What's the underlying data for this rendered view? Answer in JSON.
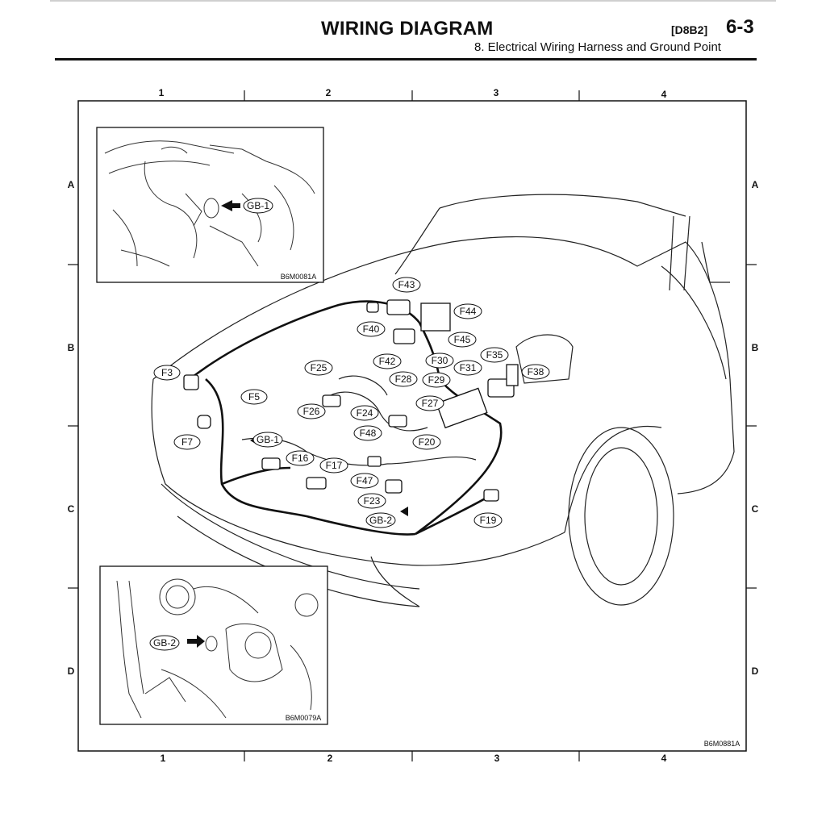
{
  "header": {
    "title": "WIRING DIAGRAM",
    "section_code": "[D8B2]",
    "page_number": "6-3",
    "subtitle": "8. Electrical Wiring Harness and Ground Point"
  },
  "grid": {
    "columns": [
      "1",
      "2",
      "3",
      "4"
    ],
    "rows": [
      "A",
      "B",
      "C",
      "D"
    ]
  },
  "insets": {
    "top": {
      "code": "B6M0081A",
      "callout": "GB-1"
    },
    "bottom": {
      "code": "B6M0079A",
      "callout": "GB-2"
    }
  },
  "figure_code": "B6M0881A",
  "connectors": {
    "F43": "F43",
    "F44": "F44",
    "F40": "F40",
    "F45": "F45",
    "F42": "F42",
    "F30": "F30",
    "F35": "F35",
    "F25": "F25",
    "F28": "F28",
    "F29": "F29",
    "F31": "F31",
    "F38": "F38",
    "F3": "F3",
    "F5": "F5",
    "F27": "F27",
    "F26": "F26",
    "F24": "F24",
    "F48": "F48",
    "F7": "F7",
    "GB1": "GB-1",
    "F20": "F20",
    "F16": "F16",
    "F17": "F17",
    "F47": "F47",
    "F23": "F23",
    "GB2": "GB-2",
    "F19": "F19"
  }
}
